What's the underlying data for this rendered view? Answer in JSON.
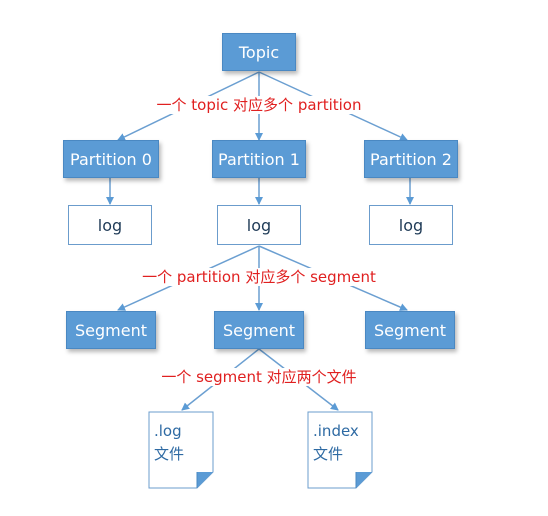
{
  "topic": {
    "label": "Topic"
  },
  "captions": {
    "topic_partition": "一个 topic 对应多个 partition",
    "partition_segment": "一个 partition 对应多个 segment",
    "segment_files": "一个 segment 对应两个文件"
  },
  "partitions": [
    {
      "label": "Partition 0"
    },
    {
      "label": "Partition 1"
    },
    {
      "label": "Partition 2"
    }
  ],
  "logs": [
    {
      "label": "log"
    },
    {
      "label": "log"
    },
    {
      "label": "log"
    }
  ],
  "segments": [
    {
      "label": "Segment"
    },
    {
      "label": "Segment"
    },
    {
      "label": "Segment"
    }
  ],
  "files": [
    {
      "ext": ".log",
      "word": "文件"
    },
    {
      "ext": ".index",
      "word": "文件"
    }
  ],
  "colors": {
    "box_fill": "#5b9bd5",
    "connector": "#6b9fd1",
    "caption": "#e02020",
    "file_fold": "#4a88c2"
  }
}
